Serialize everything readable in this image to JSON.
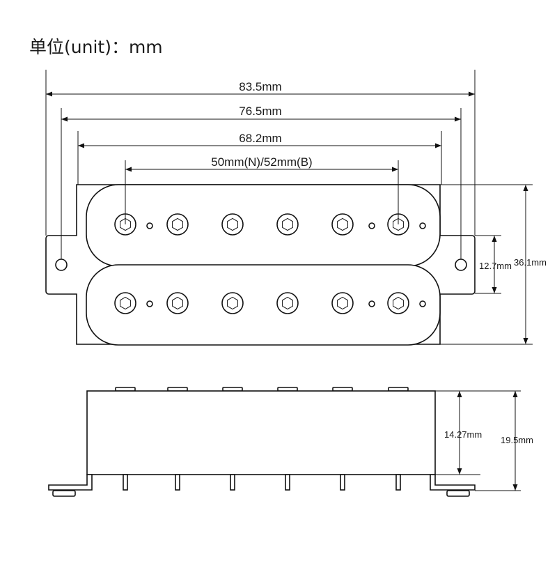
{
  "header": {
    "unit_label": "单位(unit)：mm"
  },
  "top_view": {
    "dims": {
      "width_total": "83.5mm",
      "mount_hole_spacing": "76.5mm",
      "bobbin_length": "68.2mm",
      "pole_spacing": "50mm(N)/52mm(B)",
      "tab_height": "12.7mm",
      "total_height": "36.1mm"
    },
    "poles_per_coil": 6
  },
  "side_view": {
    "dims": {
      "body_height": "14.27mm",
      "total_height": "19.5mm"
    },
    "pole_studs": 6
  },
  "colors": {
    "line": "#111111",
    "background": "#ffffff"
  }
}
